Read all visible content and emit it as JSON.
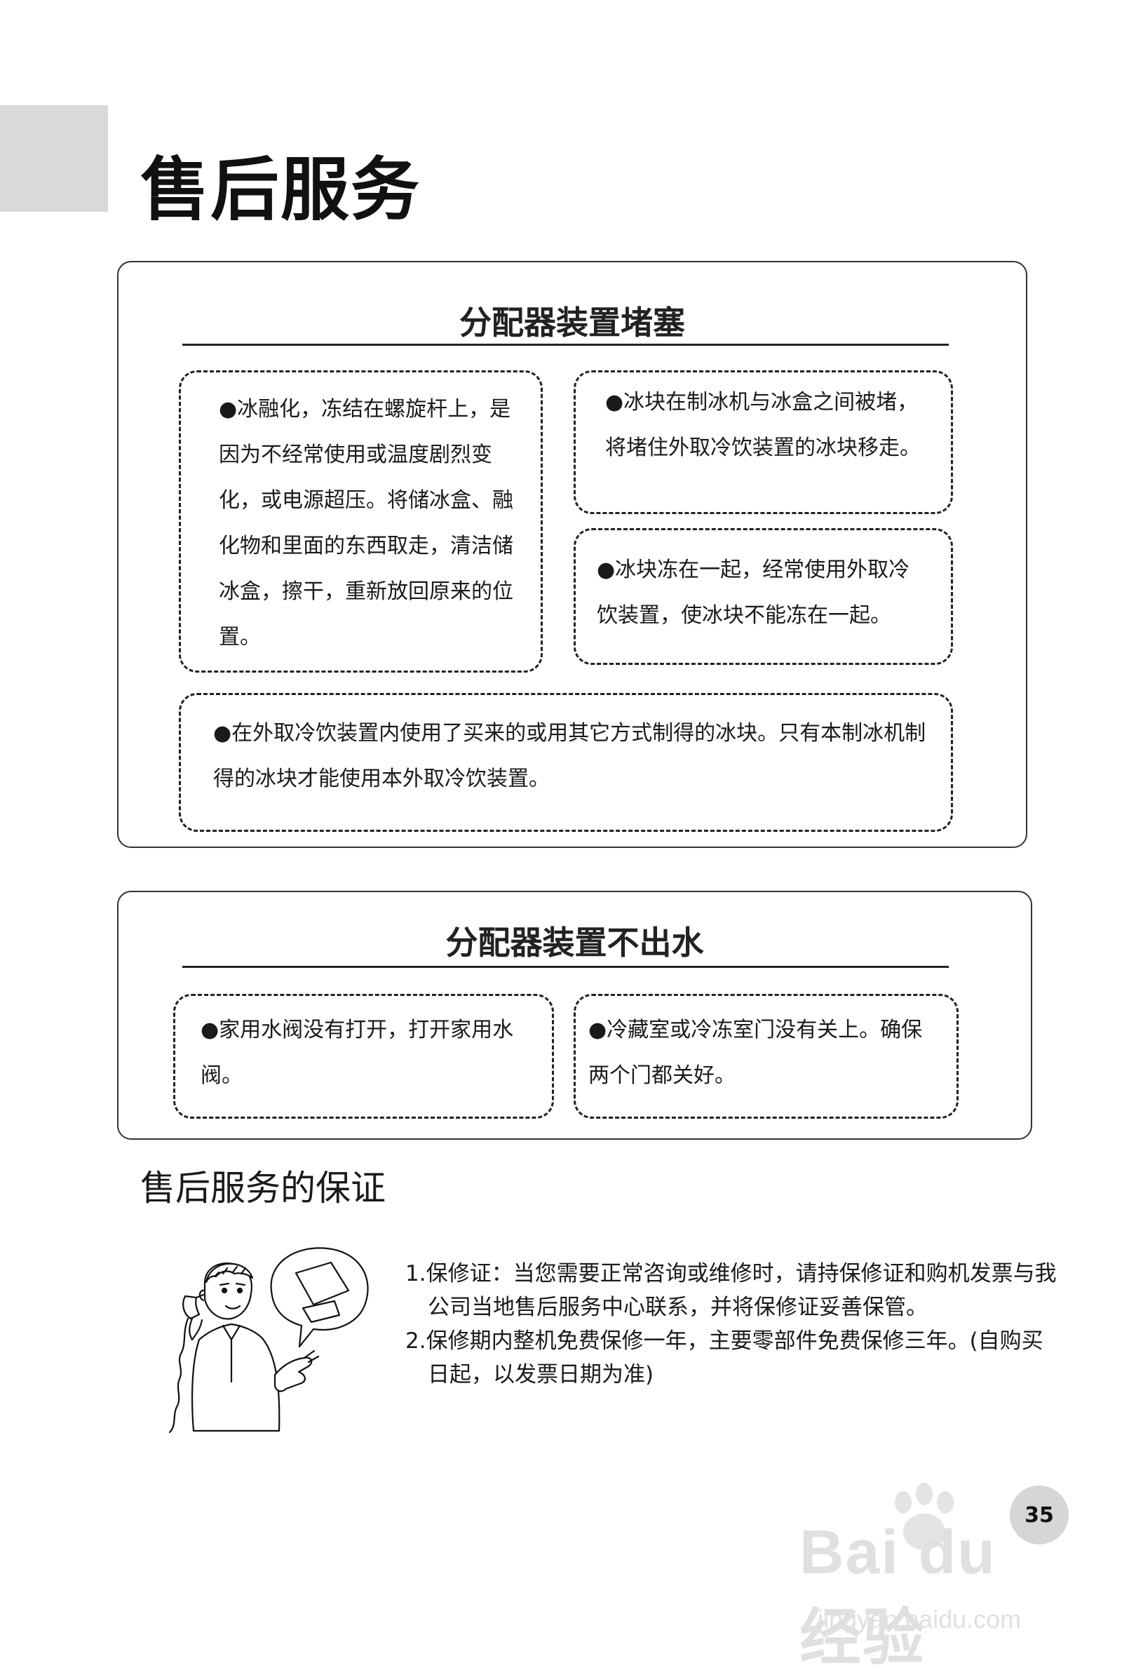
{
  "page": {
    "title": "售后服务",
    "page_number": "35"
  },
  "panel_blockage": {
    "heading": "分配器装置堵塞",
    "box_melt": "●冰融化，冻结在螺旋杆上，是因为不经常使用或温度剧烈变化，或电源超压。将储冰盒、融化物和里面的东西取走，清洁储冰盒，擦干，重新放回原来的位置。",
    "box_stuck": "●冰块在制冰机与冰盒之间被堵，将堵住外取冷饮装置的冰块移走。",
    "box_frozen": "●冰块冻在一起，经常使用外取冷饮装置，使冰块不能冻在一起。",
    "box_bought_ice": "●在外取冷饮装置内使用了买来的或用其它方式制得的冰块。只有本制冰机制得的冰块才能使用本外取冷饮装置。"
  },
  "panel_no_water": {
    "heading": "分配器装置不出水",
    "box_valve": "●家用水阀没有打开，打开家用水阀。",
    "box_door": "●冷藏室或冷冻室门没有关上。确保两个门都关好。"
  },
  "guarantee": {
    "title": "售后服务的保证",
    "item_1": "1.保修证：当您需要正常咨询或维修时，请持保修证和购机发票与我公司当地售后服务中心联系，并将保修证妥善保管。",
    "item_2": "2.保修期内整机免费保修一年，主要零部件免费保修三年。(自购买日起，以发票日期为准)"
  },
  "illustration": {
    "icon": "phone-call-person-illustration"
  },
  "watermark": {
    "brand": "Bai du 经验",
    "url": "jingyan.baidu.com"
  }
}
